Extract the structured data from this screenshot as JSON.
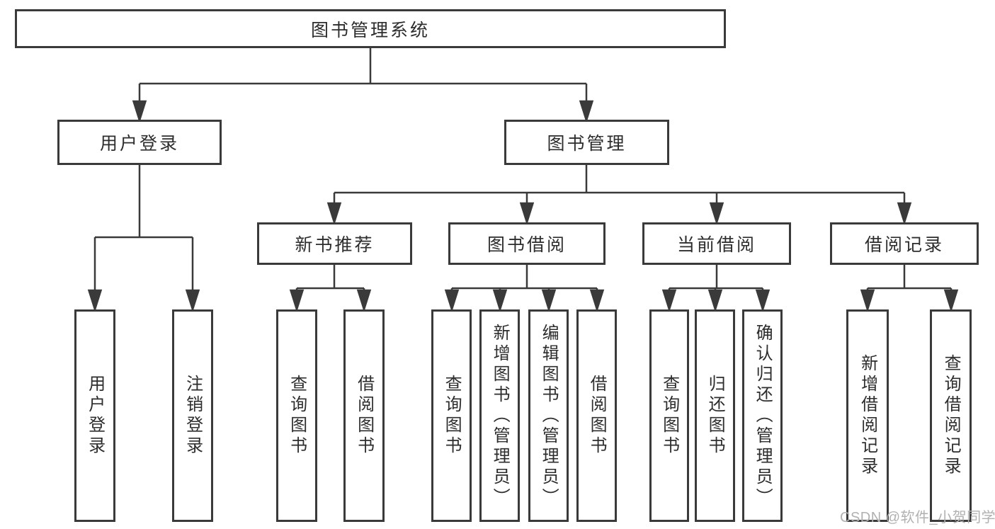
{
  "tree": {
    "label": "图书管理系统",
    "children": [
      {
        "label": "用户登录",
        "children": [
          {
            "label": "用户登录"
          },
          {
            "label": "注销登录"
          }
        ]
      },
      {
        "label": "图书管理",
        "children": [
          {
            "label": "新书推荐",
            "children": [
              {
                "label": "查询图书"
              },
              {
                "label": "借阅图书"
              }
            ]
          },
          {
            "label": "图书借阅",
            "children": [
              {
                "label": "查询图书"
              },
              {
                "label": "新增图书（管理员）"
              },
              {
                "label": "编辑图书（管理员）"
              },
              {
                "label": "借阅图书"
              }
            ]
          },
          {
            "label": "当前借阅",
            "children": [
              {
                "label": "查询图书"
              },
              {
                "label": "归还图书"
              },
              {
                "label": "确认归还（管理员）"
              }
            ]
          },
          {
            "label": "借阅记录",
            "children": [
              {
                "label": "新增借阅记录"
              },
              {
                "label": "查询借阅记录"
              }
            ]
          }
        ]
      }
    ]
  },
  "watermark": "CSDN @软件_小贺同学",
  "colors": {
    "line": "#3a3a3a",
    "text": "#2d2d2d",
    "watermark": "#b1b1b1",
    "background": "#ffffff"
  }
}
